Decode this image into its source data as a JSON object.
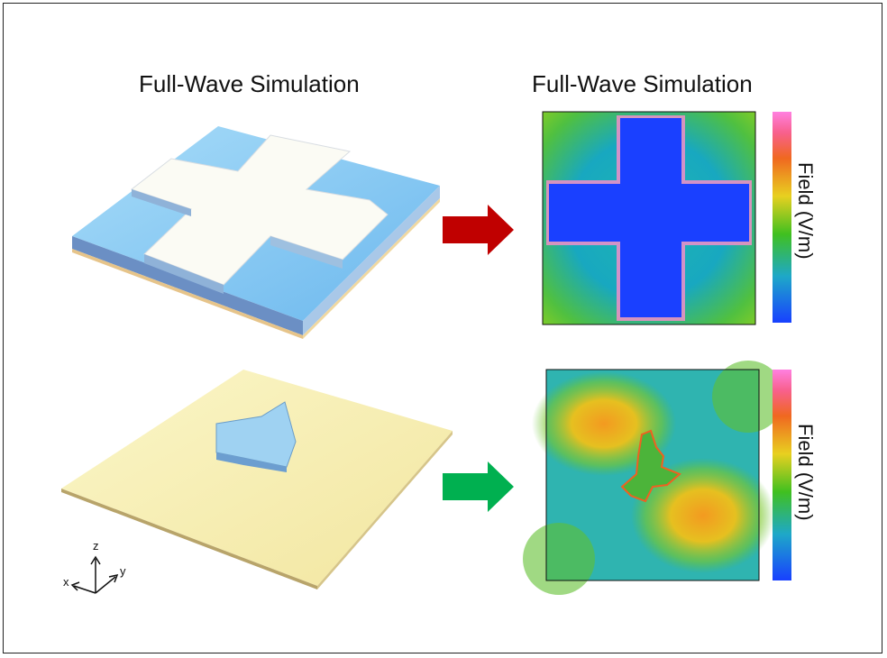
{
  "titles": {
    "left": "Full-Wave Simulation",
    "right": "Full-Wave Simulation"
  },
  "colorbar": {
    "top_label": "Field (V/m)",
    "bottom_label": "Field (V/m)"
  },
  "axes": {
    "x": "x",
    "y": "y",
    "z": "z"
  },
  "colors": {
    "arrow_top": "#c00000",
    "arrow_bottom": "#00b050",
    "substrate_top": "#7fc4f0",
    "substrate_bottom": "#f6efb4",
    "metal": "#fbfbf4",
    "field_low": "#1a3cff",
    "field_high": "#ff66cc"
  }
}
